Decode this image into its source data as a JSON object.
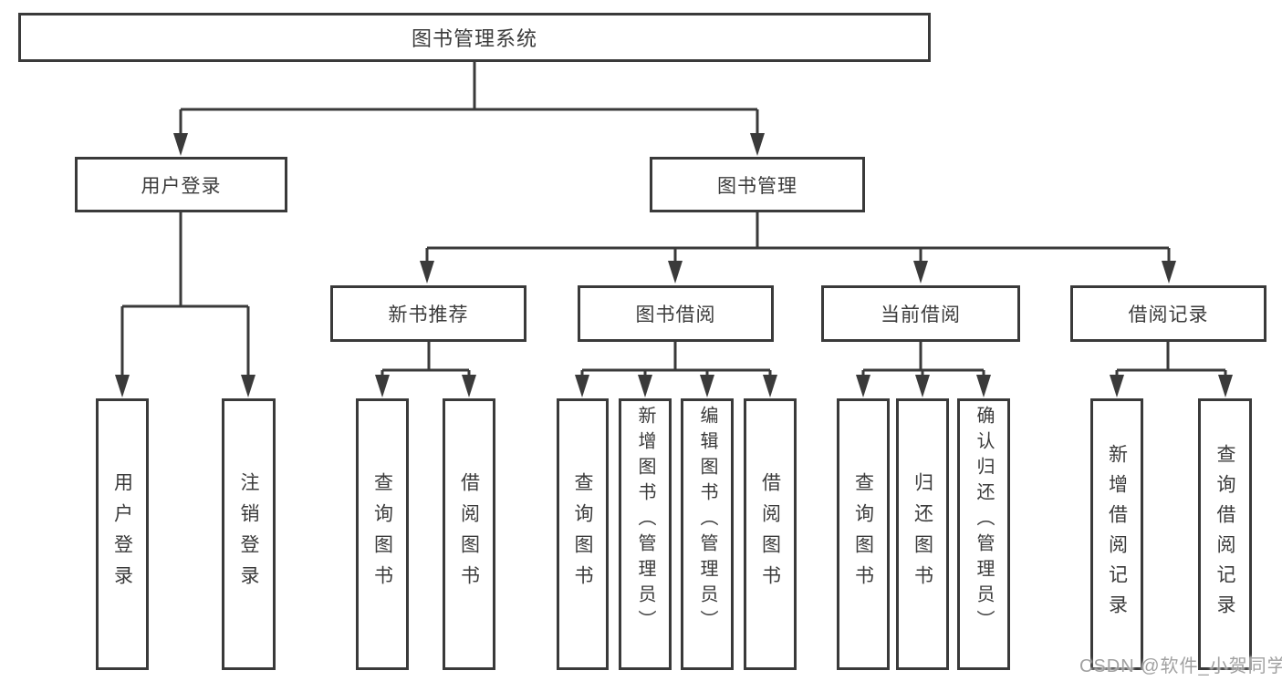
{
  "tree": {
    "root": {
      "label": "图书管理系统",
      "children": [
        {
          "label": "用户登录",
          "children": [
            {
              "label": "用户登录"
            },
            {
              "label": "注销登录"
            }
          ]
        },
        {
          "label": "图书管理",
          "children": [
            {
              "label": "新书推荐",
              "children": [
                {
                  "label": "查询图书"
                },
                {
                  "label": "借阅图书"
                }
              ]
            },
            {
              "label": "图书借阅",
              "children": [
                {
                  "label": "查询图书"
                },
                {
                  "label": "新增图书（管理员）"
                },
                {
                  "label": "编辑图书（管理员）"
                },
                {
                  "label": "借阅图书"
                }
              ]
            },
            {
              "label": "当前借阅",
              "children": [
                {
                  "label": "查询图书"
                },
                {
                  "label": "归还图书"
                },
                {
                  "label": "确认归还（管理员）"
                }
              ]
            },
            {
              "label": "借阅记录",
              "children": [
                {
                  "label": "新增借阅记录"
                },
                {
                  "label": "查询借阅记录"
                }
              ]
            }
          ]
        }
      ]
    }
  },
  "watermark": "CSDN @软件_小贺同学",
  "colors": {
    "line": "#3a3a3a",
    "text": "#3b3b3b",
    "watermark": "#999999"
  }
}
